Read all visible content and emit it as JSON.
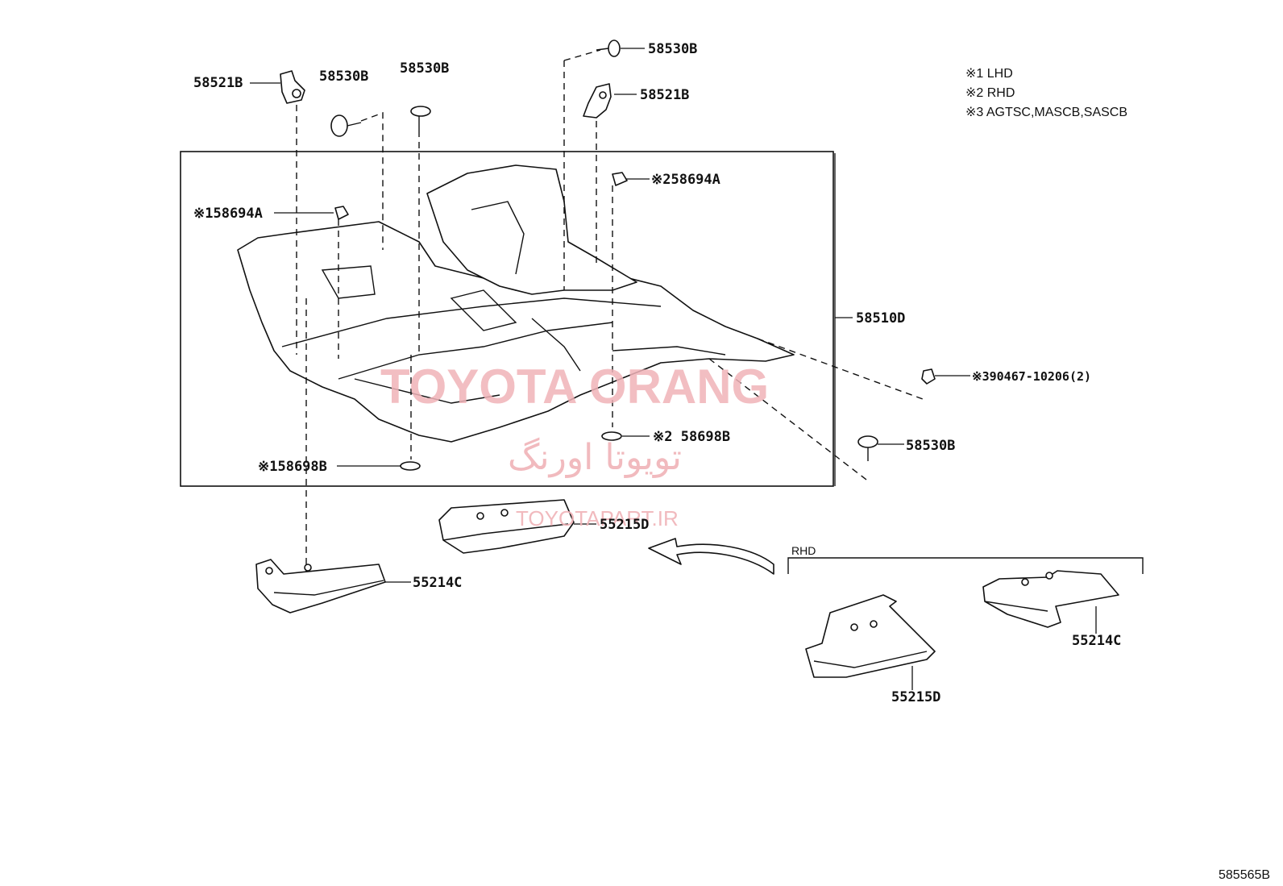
{
  "notes": [
    "※1 LHD",
    "※2 RHD",
    "※3 AGTSC,MASCB,SASCB"
  ],
  "labels": {
    "p58521B_left": "58521B",
    "p58530B_a": "58530B",
    "p58530B_b": "58530B",
    "p58530B_top": "58530B",
    "p58521B_right": "58521B",
    "p58694A_rhd": "※258694A",
    "p58694A_lhd": "※158694A",
    "p58510D": "58510D",
    "p90467": "※390467-10206(2)",
    "p58530B_right": "58530B",
    "p58698B_rhd": "※2 58698B",
    "p58698B_lhd": "※158698B",
    "p55215D_top": "55215D",
    "p55214C_left": "55214C",
    "rhd_group": "RHD",
    "p55214C_right": "55214C",
    "p55215D_bottom": "55215D",
    "diagram_code": "585565B"
  },
  "watermark": {
    "brand": "TOYOTA ORANG",
    "persian": "تویوتا اورنگ",
    "url": "TOYOTAPART.IR"
  },
  "colors": {
    "watermark": "#f0b3b8",
    "ink": "#111111"
  }
}
